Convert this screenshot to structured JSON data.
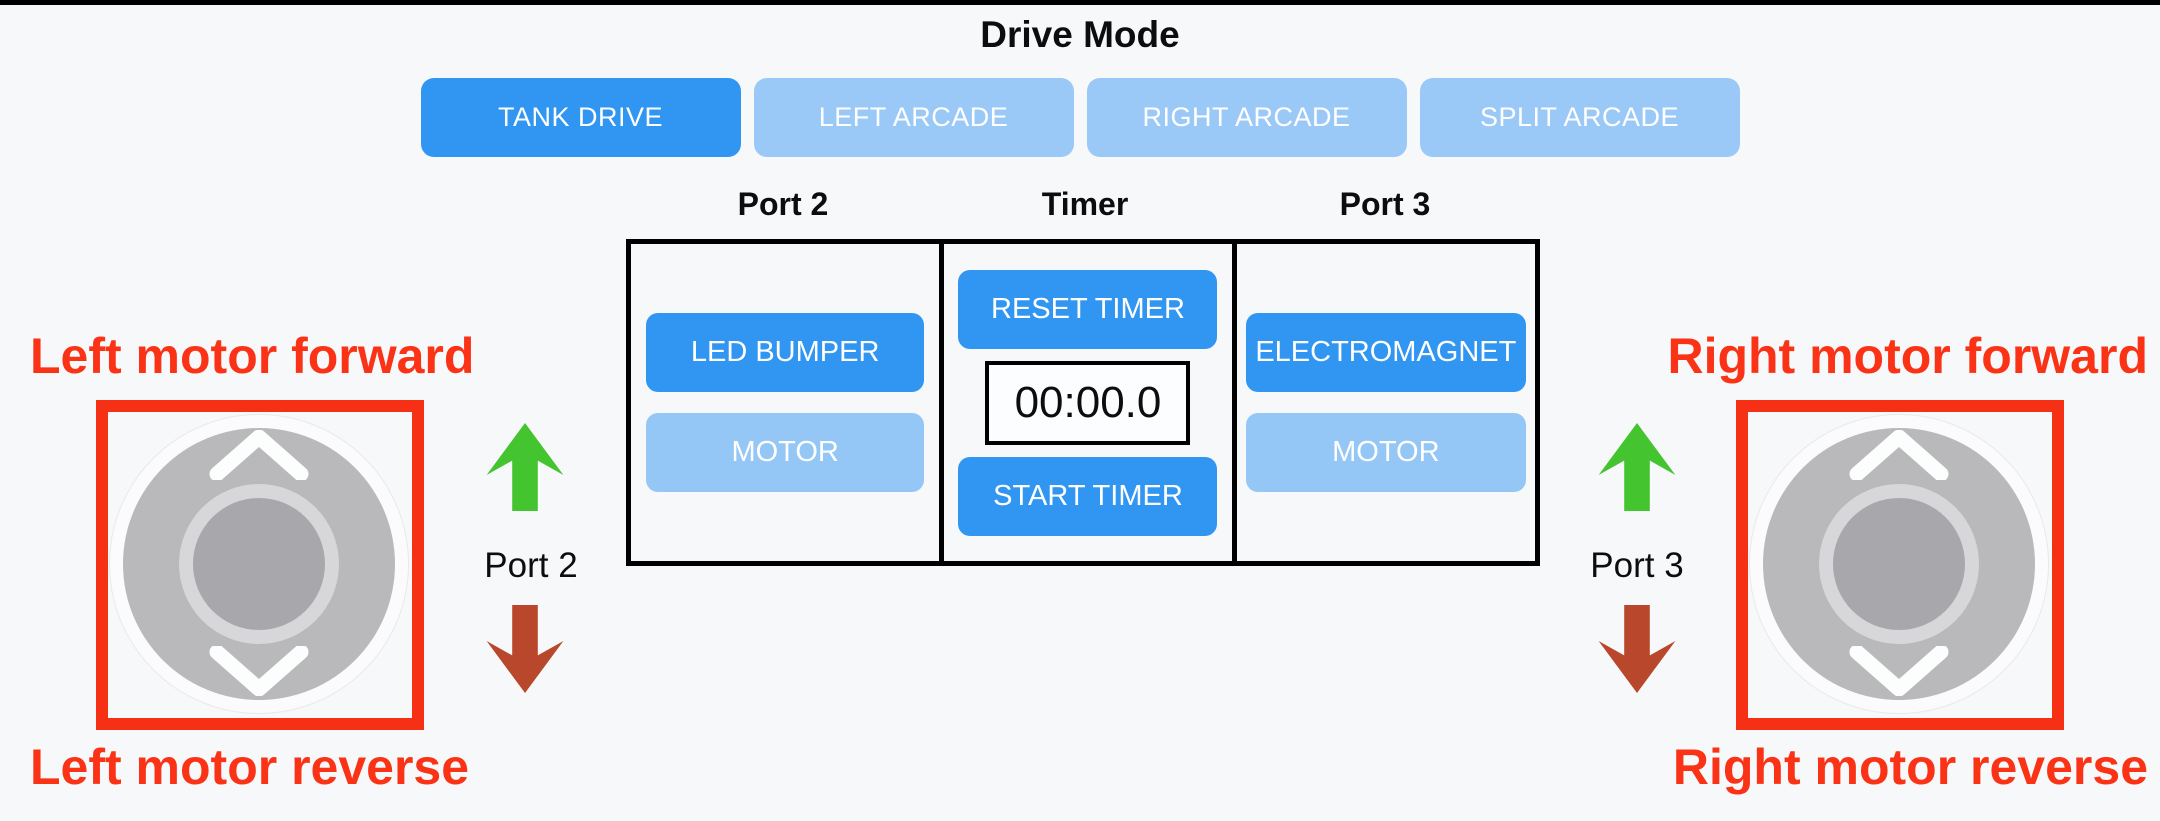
{
  "title": "Drive Mode",
  "drive_mode": {
    "buttons": [
      {
        "label": "TANK DRIVE",
        "active": true
      },
      {
        "label": "LEFT ARCADE",
        "active": false
      },
      {
        "label": "RIGHT ARCADE",
        "active": false
      },
      {
        "label": "SPLIT ARCADE",
        "active": false
      }
    ]
  },
  "control_panel": {
    "headers": [
      "Port 2",
      "Timer",
      "Port 3"
    ],
    "port2": {
      "buttons": [
        {
          "label": "LED BUMPER",
          "active": true
        },
        {
          "label": "MOTOR",
          "active": false
        }
      ]
    },
    "timer": {
      "reset_label": "RESET TIMER",
      "display_value": "00:00.0",
      "start_label": "START TIMER"
    },
    "port3": {
      "buttons": [
        {
          "label": "ELECTROMAGNET",
          "active": true
        },
        {
          "label": "MOTOR",
          "active": false
        }
      ]
    }
  },
  "left_control": {
    "forward_label": "Left motor forward",
    "reverse_label": "Left motor reverse",
    "port_label": "Port 2"
  },
  "right_control": {
    "forward_label": "Right motor forward",
    "reverse_label": "Right motor reverse",
    "port_label": "Port 3"
  },
  "colors": {
    "active_button": "#3196f1",
    "inactive_button": "#94c7f6",
    "button_text": "#ffffff",
    "accent_red": "#fa3317",
    "arrow_green": "#44c42f",
    "arrow_brown": "#b9472c",
    "chevron_white": "#fcfdfd",
    "background": "#f7f8fa"
  }
}
